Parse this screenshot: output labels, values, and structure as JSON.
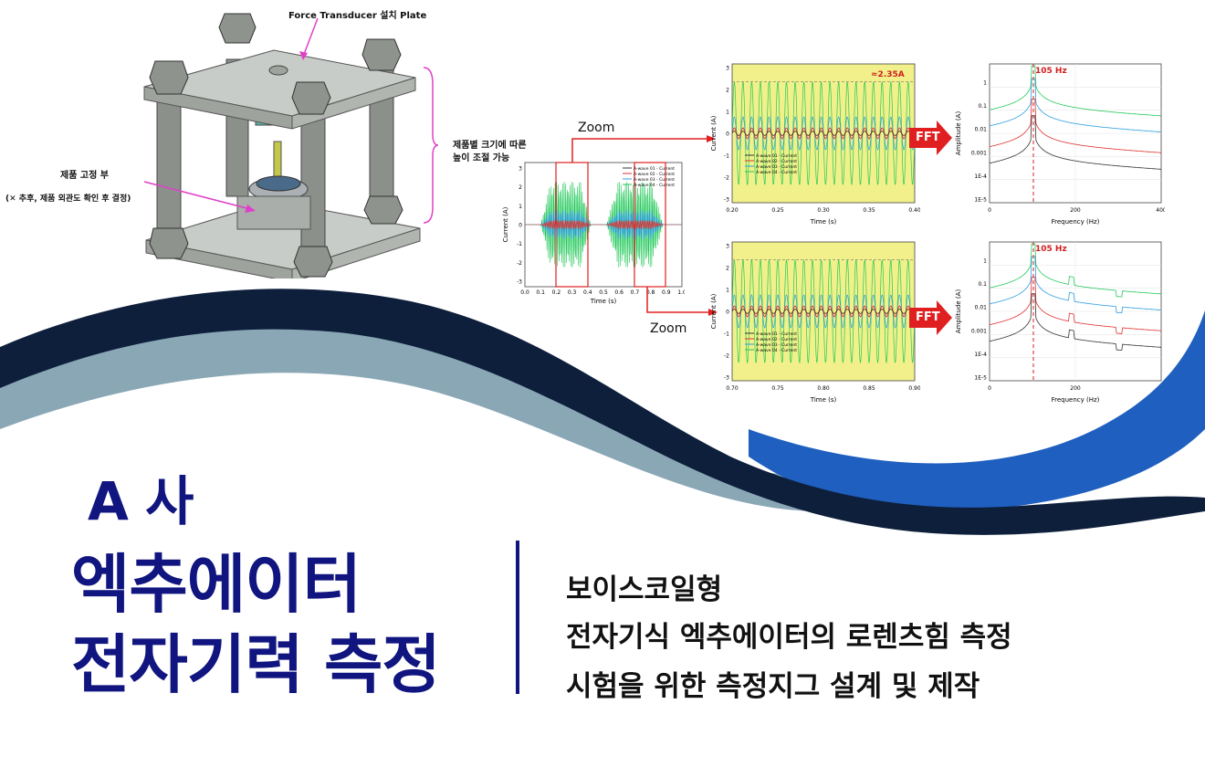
{
  "jig": {
    "plate_label": "Force Transducer 설치 Plate",
    "height_note_line1": "제품별 크기에 따른",
    "height_note_line2": "높이 조절 가능",
    "fixture_label": "제품 고정 부",
    "fixture_note": "(✕ 추후, 제품 외관도 확인 후 결정)"
  },
  "zoom_label_top": "Zoom",
  "zoom_label_bottom": "Zoom",
  "fft_label": "FFT",
  "overview_chart": {
    "ylabel": "Current (A)",
    "xlabel": "Time (s)",
    "yticks": [
      "3",
      "2",
      "1",
      "0",
      "-1",
      "-2",
      "-3"
    ],
    "xticks": [
      "0.0",
      "0.1",
      "0.2",
      "0.3",
      "0.4",
      "0.5",
      "0.6",
      "0.7",
      "0.8",
      "0.9",
      "1.0"
    ],
    "legend": [
      "A-wave 01 - Current",
      "A-wave 02 - Current",
      "A-wave 03 - Current",
      "A-wave 04 - Current"
    ]
  },
  "zoom_chart_top": {
    "ylabel": "Current (A)",
    "xlabel": "Time (s)",
    "annotation": "≈2.35A",
    "yticks": [
      "3",
      "2",
      "1",
      "0",
      "-1",
      "-2",
      "-3"
    ],
    "xticks": [
      "0.20",
      "0.25",
      "0.30",
      "0.35",
      "0.40"
    ],
    "legend": [
      "A-wave 01 - Current",
      "A-wave 02 - Current",
      "A-wave 03 - Current",
      "A-wave 04 - Current"
    ]
  },
  "zoom_chart_bottom": {
    "ylabel": "Current (A)",
    "xlabel": "Time (s)",
    "yticks": [
      "3",
      "2",
      "1",
      "0",
      "-1",
      "-2",
      "-3"
    ],
    "xticks": [
      "0.70",
      "0.75",
      "0.80",
      "0.85",
      "0.90"
    ],
    "legend": [
      "A-wave 01 - Current",
      "A-wave 02 - Current",
      "A-wave 03 - Current",
      "A-wave 04 - Current"
    ]
  },
  "fft_chart_top": {
    "ylabel": "Amplitude (A)",
    "xlabel": "Frequency (Hz)",
    "peak_label": "105 Hz",
    "yticks": [
      "1",
      "0.1",
      "0.01",
      "0.001",
      "1E-4",
      "1E-5"
    ],
    "xticks": [
      "0",
      "200",
      "400"
    ]
  },
  "fft_chart_bottom": {
    "ylabel": "Amplitude (A)",
    "xlabel": "Frequency (Hz)",
    "peak_label": "105 Hz",
    "yticks": [
      "1",
      "0.1",
      "0.01",
      "0.001",
      "1E-4",
      "1E-5"
    ],
    "xticks": [
      "0",
      "200"
    ]
  },
  "title": {
    "line1": "A 사",
    "line2": "엑추에이터",
    "line3": "전자기력 측정"
  },
  "subtitle": {
    "line1": "보이스코일형",
    "line2": "전자기식 엑추에이터의 로렌츠힘 측정",
    "line3": "시험을 위한 측정지그 설계 및 제작"
  },
  "colors": {
    "navy": "#0e1f3c",
    "blue": "#1f5fbf",
    "grey_blue": "#8aa7b6",
    "title": "#10157f",
    "chart_bg": "#f2f08a",
    "green": "#22c95a",
    "red": "#e03030",
    "cyan": "#2b9de0",
    "black": "#333333"
  }
}
